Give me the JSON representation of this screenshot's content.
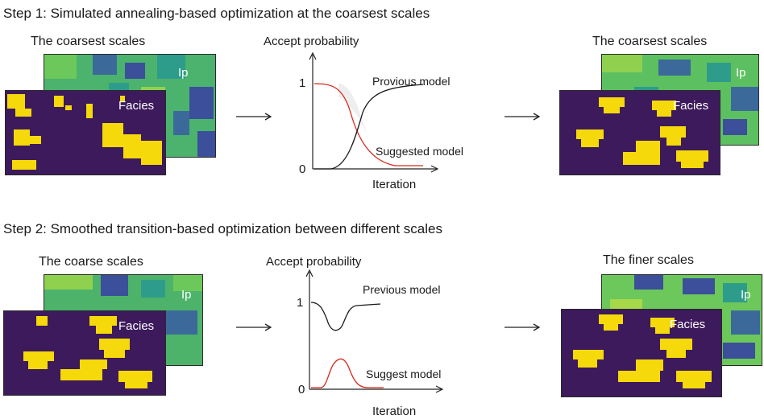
{
  "step1": {
    "title": "Step 1: Simulated annealing-based optimization at the coarsest scales",
    "left_panel_title": "The coarsest scales",
    "right_panel_title": "The coarsest scales",
    "ip_label": "Ip",
    "facies_label": "Facies",
    "plot": {
      "ylabel": "Accept probability",
      "xlabel": "Iteration",
      "tick_1": "1",
      "tick_0": "0",
      "upper_curve_label": "Provious model",
      "lower_curve_label": "Suggested model"
    }
  },
  "step2": {
    "title": "Step 2: Smoothed transition-based optimization between different scales",
    "left_panel_title": "The coarse scales",
    "right_panel_title": "The finer scales",
    "ip_label": "Ip",
    "facies_label": "Facies",
    "plot": {
      "ylabel": "Accept probability",
      "xlabel": "Iteration",
      "tick_1": "1",
      "tick_0": "0",
      "upper_curve_label": "Previous model",
      "lower_curve_label": "Suggest model"
    }
  },
  "colors": {
    "facies_background": "#3d1a5b",
    "facies_body": "#f5d90a",
    "ip_dark": "#3b4f9a",
    "ip_mid": "#2e9c8a",
    "ip_light": "#6cc85a",
    "upper_curve": "#1a1a1a",
    "lower_curve": "#d42a1e"
  },
  "icons": [
    "right-arrow-icon"
  ]
}
